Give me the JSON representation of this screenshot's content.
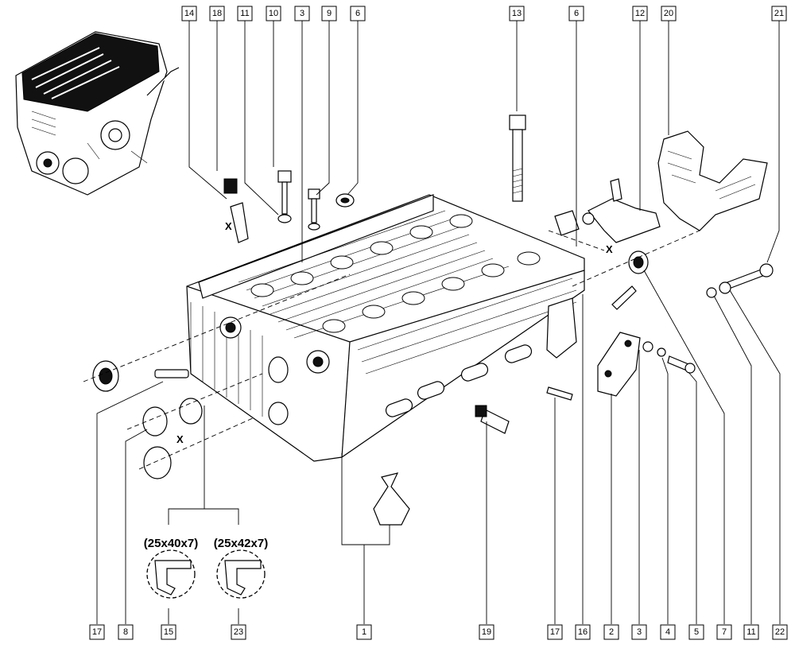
{
  "callouts_top": [
    "14",
    "18",
    "11",
    "10",
    "3",
    "9",
    "6",
    "13",
    "6",
    "12",
    "20",
    "21"
  ],
  "callouts_bottom": [
    "17",
    "8",
    "15",
    "23",
    "1",
    "19",
    "17",
    "16",
    "2",
    "3",
    "4",
    "5",
    "7",
    "11",
    "22"
  ],
  "seal_dimensions": [
    "(25x40x7)",
    "(25x42x7)"
  ],
  "adjust_marks": [
    "X",
    "X",
    "X"
  ]
}
